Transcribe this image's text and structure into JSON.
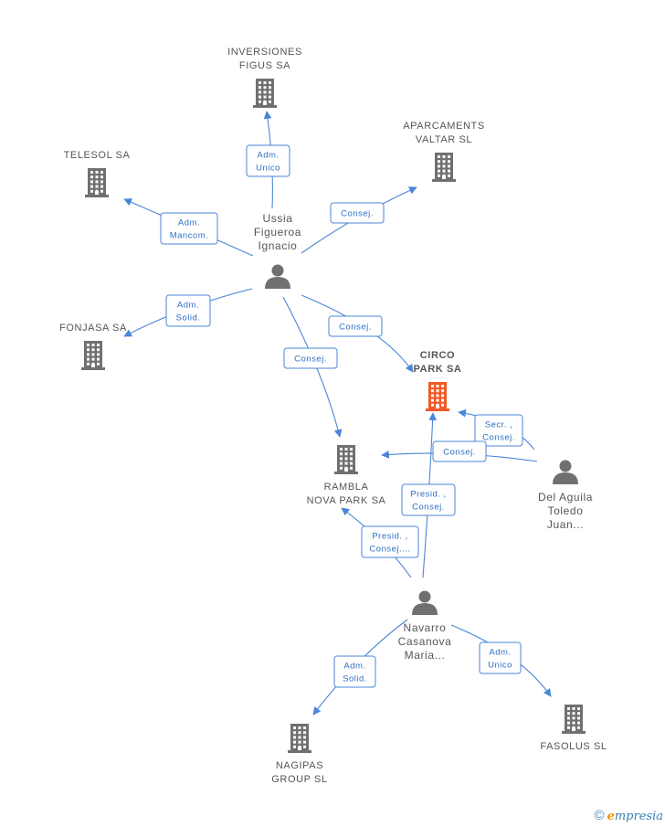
{
  "colors": {
    "building": "#707070",
    "building_main": "#f05a28",
    "edge": "#4a86d8",
    "person": "#707070"
  },
  "companies": [
    {
      "id": "inversiones",
      "lines": [
        "INVERSIONES",
        "FIGUS SA"
      ],
      "main": false
    },
    {
      "id": "aparcaments",
      "lines": [
        "APARCAMENTS",
        "VALTAR SL"
      ],
      "main": false
    },
    {
      "id": "telesol",
      "lines": [
        "TELESOL SA"
      ],
      "main": false
    },
    {
      "id": "fonjasa",
      "lines": [
        "FONJASA SA"
      ],
      "main": false
    },
    {
      "id": "circo",
      "lines": [
        "CIRCO",
        "PARK SA"
      ],
      "main": true
    },
    {
      "id": "rambla",
      "lines": [
        "RAMBLA",
        "NOVA PARK SA"
      ],
      "main": false
    },
    {
      "id": "nagipas",
      "lines": [
        "NAGIPAS",
        "GROUP  SL"
      ],
      "main": false
    },
    {
      "id": "fasolus",
      "lines": [
        "FASOLUS SL"
      ],
      "main": false
    }
  ],
  "people": [
    {
      "id": "ussia",
      "lines": [
        "Ussia",
        "Figueroa",
        "Ignacio"
      ]
    },
    {
      "id": "delaguila",
      "lines": [
        "Del Aguila",
        "Toledo",
        "Juan..."
      ]
    },
    {
      "id": "navarro",
      "lines": [
        "Navarro",
        "Casanova",
        "Maria..."
      ]
    }
  ],
  "relations": [
    {
      "id": "r1",
      "from": "ussia",
      "to": "inversiones",
      "lines": [
        "Adm.",
        "Unico"
      ]
    },
    {
      "id": "r2",
      "from": "ussia",
      "to": "telesol",
      "lines": [
        "Adm.",
        "Mancom."
      ]
    },
    {
      "id": "r3",
      "from": "ussia",
      "to": "aparcaments",
      "lines": [
        "Consej."
      ]
    },
    {
      "id": "r4",
      "from": "ussia",
      "to": "fonjasa",
      "lines": [
        "Adm.",
        "Solid."
      ]
    },
    {
      "id": "r5",
      "from": "ussia",
      "to": "circo",
      "lines": [
        "Consej."
      ]
    },
    {
      "id": "r6",
      "from": "ussia",
      "to": "rambla",
      "lines": [
        "Consej."
      ]
    },
    {
      "id": "r7",
      "from": "delaguila",
      "to": "circo",
      "lines": [
        "Secr. ,",
        "Consej."
      ]
    },
    {
      "id": "r8",
      "from": "delaguila",
      "to": "rambla",
      "lines": [
        "Consej."
      ]
    },
    {
      "id": "r9",
      "from": "navarro",
      "to": "circo",
      "lines": [
        "Presid. ,",
        "Consej."
      ]
    },
    {
      "id": "r10",
      "from": "navarro",
      "to": "rambla",
      "lines": [
        "Presid. ,",
        "Consej...."
      ]
    },
    {
      "id": "r11",
      "from": "navarro",
      "to": "nagipas",
      "lines": [
        "Adm.",
        "Solid."
      ]
    },
    {
      "id": "r12",
      "from": "navarro",
      "to": "fasolus",
      "lines": [
        "Adm.",
        "Unico"
      ]
    }
  ],
  "footer": {
    "copyright": "©",
    "brand_e": "e",
    "brand_rest": "mpresia"
  }
}
